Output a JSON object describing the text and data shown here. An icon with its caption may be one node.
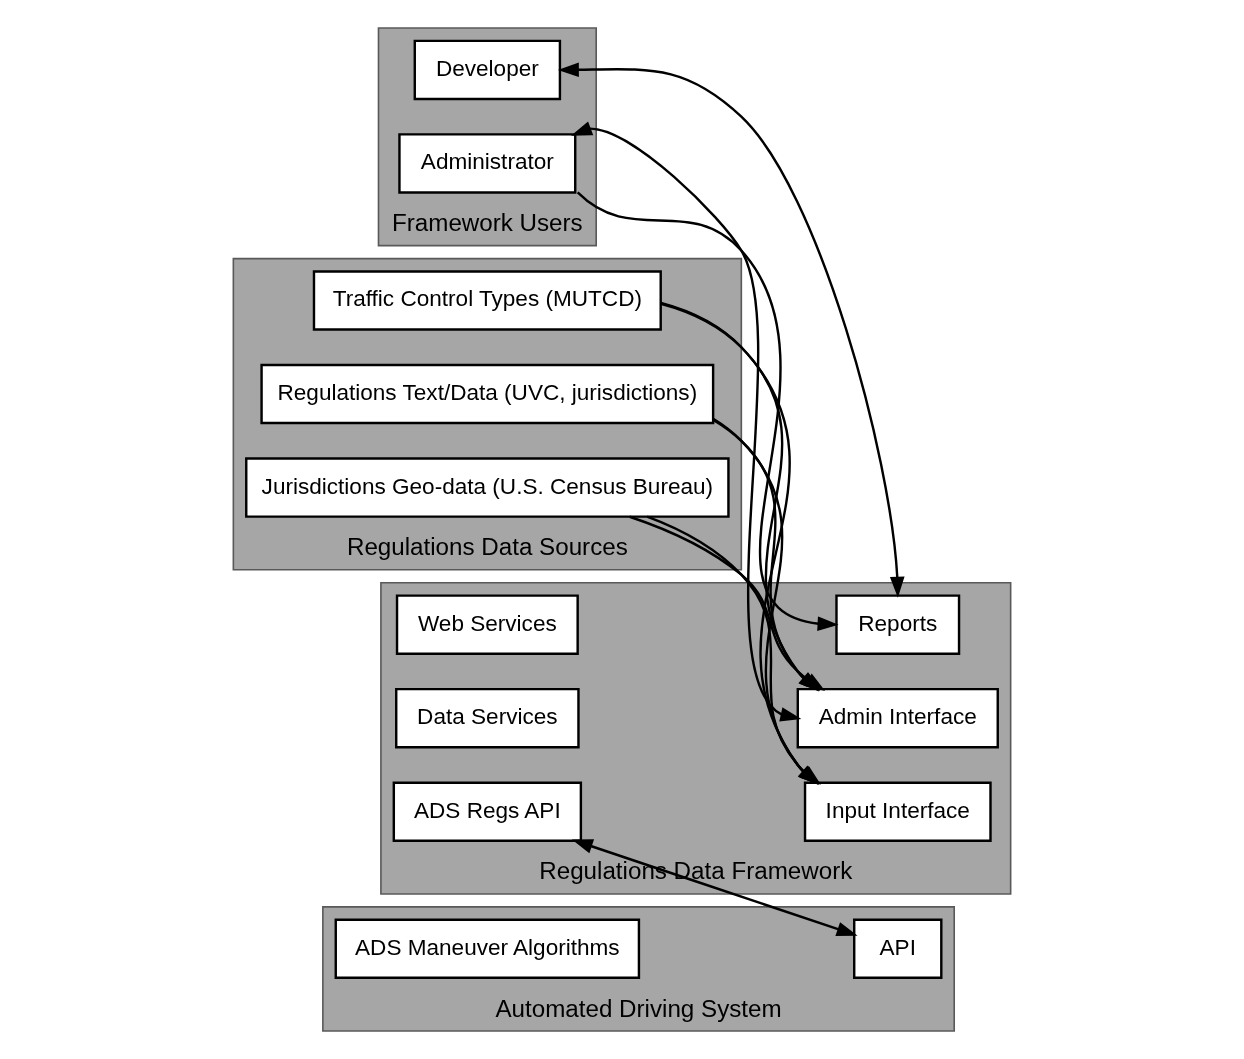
{
  "diagram": {
    "nodes": [
      {
        "text": [
          "Framework Users"
        ]
      },
      {
        "text": [
          "Administrator"
        ],
        "in": 0
      },
      {
        "text": [
          "Developer"
        ],
        "in": 0
      },
      {
        "text": [
          "Regulations Data Sources"
        ]
      },
      {
        "text": [
          "Regulations Text/Data (UVC, jurisdictions)"
        ],
        "in": 3
      },
      {
        "text": [
          "Jurisdictions Geo-data (U.S. Census Bureau)"
        ],
        "in": 3
      },
      {
        "text": [
          "Traffic Control Types (MUTCD)"
        ],
        "in": 3
      },
      {
        "text": [
          "Regulations Data Framework"
        ]
      },
      {
        "text": [
          "Admin Interface"
        ],
        "in": 7
      },
      {
        "text": [
          "Web Services"
        ],
        "in": 7
      },
      {
        "text": [
          "Reports"
        ],
        "in": 7
      },
      {
        "text": [
          "Input Interface"
        ],
        "in": 7
      },
      {
        "text": [
          "Data Services"
        ],
        "in": 7
      },
      {
        "text": [
          "ADS Regs API"
        ],
        "in": 7
      },
      {
        "text": [
          "Automated Driving System"
        ]
      },
      {
        "text": [
          "API"
        ],
        "in": 14
      },
      {
        "text": [
          "ADS Maneuver Algorithms"
        ],
        "in": 14
      }
    ],
    "edges": [
      {
        "from": 1,
        "to": 8,
        "arrow": "both"
      },
      {
        "from": 1,
        "to": 10,
        "arrow": "to"
      },
      {
        "from": 2,
        "to": 10,
        "arrow": "both"
      },
      {
        "from": 4,
        "to": 8,
        "arrow": "to"
      },
      {
        "from": 4,
        "to": 11,
        "arrow": "to"
      },
      {
        "from": 5,
        "to": 8,
        "arrow": "to"
      },
      {
        "from": 5,
        "to": 11,
        "arrow": "to"
      },
      {
        "from": 6,
        "to": 8,
        "arrow": "to"
      },
      {
        "from": 6,
        "to": 11,
        "arrow": "to"
      },
      {
        "from": 13,
        "to": 15,
        "arrow": "both"
      }
    ]
  }
}
